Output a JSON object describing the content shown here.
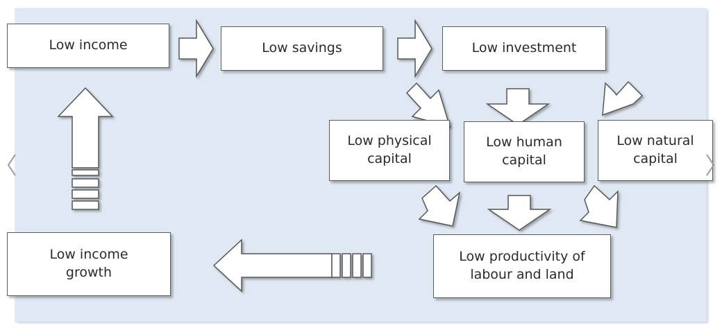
{
  "boxes": {
    "low_income": "Low income",
    "low_savings": "Low savings",
    "low_investment": "Low investment",
    "low_physical_capital": "Low physical\ncapital",
    "low_human_capital": "Low human\ncapital",
    "low_natural_capital": "Low natural\ncapital",
    "low_productivity": "Low productivity of\nlabour and land",
    "low_income_growth": "Low income\ngrowth"
  },
  "icons": {
    "prev": "chevron-left-icon",
    "next": "chevron-right-icon"
  },
  "colors": {
    "panel_bg": "#dfe8f3",
    "box_border": "#5a5a5a",
    "arrow_fill": "#ffffff"
  }
}
